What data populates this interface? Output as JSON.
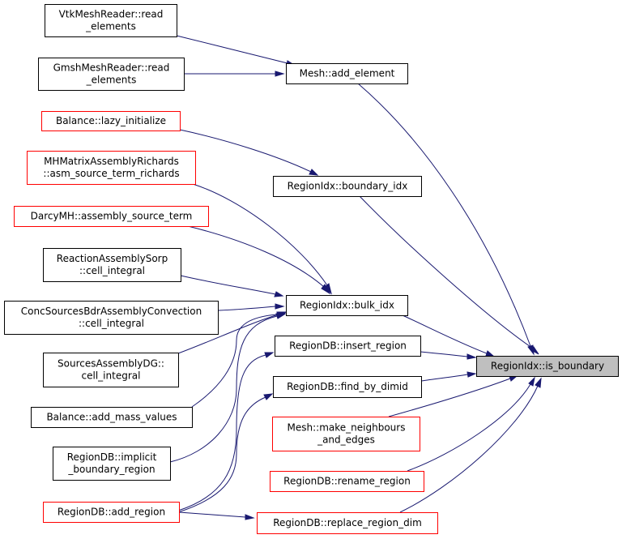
{
  "graph": {
    "colors": {
      "edge": "#191970",
      "node_border": "#000000",
      "node_border_incomplete": "#ff0000",
      "focus_fill": "#bfbfbf",
      "node_fill": "#ffffff"
    },
    "nodes": {
      "vtk_read": {
        "lines": [
          "VtkMeshReader::read",
          "_elements"
        ],
        "style": "normal"
      },
      "gmsh_read": {
        "lines": [
          "GmshMeshReader::read",
          "_elements"
        ],
        "style": "normal"
      },
      "balance_lazy": {
        "lines": [
          "Balance::lazy_initialize"
        ],
        "style": "incomplete"
      },
      "mhmatrix": {
        "lines": [
          "MHMatrixAssemblyRichards",
          "::asm_source_term_richards"
        ],
        "style": "incomplete"
      },
      "darcy": {
        "lines": [
          "DarcyMH::assembly_source_term"
        ],
        "style": "incomplete"
      },
      "reaction": {
        "lines": [
          "ReactionAssemblySorp",
          "::cell_integral"
        ],
        "style": "normal"
      },
      "concsources": {
        "lines": [
          "ConcSourcesBdrAssemblyConvection",
          "::cell_integral"
        ],
        "style": "normal"
      },
      "sourcesdg": {
        "lines": [
          "SourcesAssemblyDG::",
          "cell_integral"
        ],
        "style": "normal"
      },
      "balance_mass": {
        "lines": [
          "Balance::add_mass_values"
        ],
        "style": "normal"
      },
      "implicit": {
        "lines": [
          "RegionDB::implicit",
          "_boundary_region"
        ],
        "style": "normal"
      },
      "add_region": {
        "lines": [
          "RegionDB::add_region"
        ],
        "style": "incomplete"
      },
      "add_element": {
        "lines": [
          "Mesh::add_element"
        ],
        "style": "normal"
      },
      "boundary_idx": {
        "lines": [
          "RegionIdx::boundary_idx"
        ],
        "style": "normal"
      },
      "bulk_idx": {
        "lines": [
          "RegionIdx::bulk_idx"
        ],
        "style": "normal"
      },
      "insert_region": {
        "lines": [
          "RegionDB::insert_region"
        ],
        "style": "normal"
      },
      "find_by_dimid": {
        "lines": [
          "RegionDB::find_by_dimid"
        ],
        "style": "normal"
      },
      "make_neighbours": {
        "lines": [
          "Mesh::make_neighbours",
          "_and_edges"
        ],
        "style": "incomplete"
      },
      "rename_region": {
        "lines": [
          "RegionDB::rename_region"
        ],
        "style": "incomplete"
      },
      "replace_dim": {
        "lines": [
          "RegionDB::replace_region_dim"
        ],
        "style": "incomplete"
      },
      "is_boundary": {
        "lines": [
          "RegionIdx::is_boundary"
        ],
        "style": "focus"
      }
    }
  }
}
